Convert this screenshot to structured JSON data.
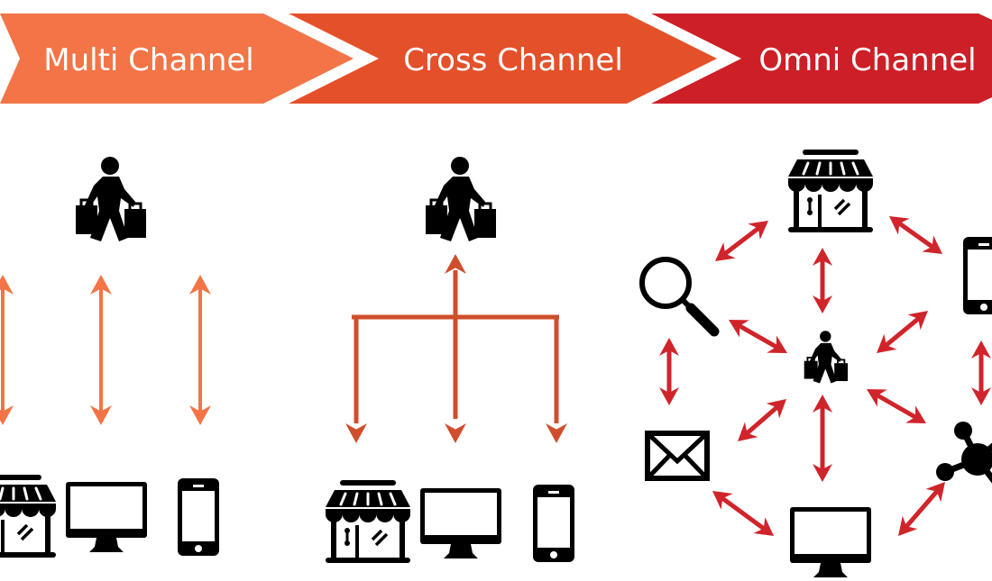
{
  "stages": [
    {
      "id": "multi",
      "label": "Multi Channel",
      "color": "#f37446",
      "arrow_color": "#f37446"
    },
    {
      "id": "cross",
      "label": "Cross Channel",
      "color": "#e4502a",
      "arrow_color": "#cf4e2c"
    },
    {
      "id": "omni",
      "label": "Omni Channel",
      "color": "#cd1f27",
      "arrow_color": "#d0242b"
    }
  ],
  "icons": {
    "customer": "shopper-icon",
    "store": "storefront-icon",
    "desktop": "desktop-monitor-icon",
    "mobile": "smartphone-icon",
    "search": "magnifying-glass-icon",
    "email": "envelope-icon",
    "social": "network-hub-icon"
  },
  "panels": {
    "multi": {
      "relation": "customer-to-each-channel-independently",
      "channels": [
        "store",
        "desktop",
        "mobile"
      ]
    },
    "cross": {
      "relation": "customer-to-channels-via-shared-branch",
      "channels": [
        "store",
        "desktop",
        "mobile"
      ]
    },
    "omni": {
      "relation": "customer-at-center-all-channels-interconnected",
      "channels": [
        "store",
        "mobile",
        "social",
        "desktop",
        "email",
        "search"
      ]
    }
  }
}
